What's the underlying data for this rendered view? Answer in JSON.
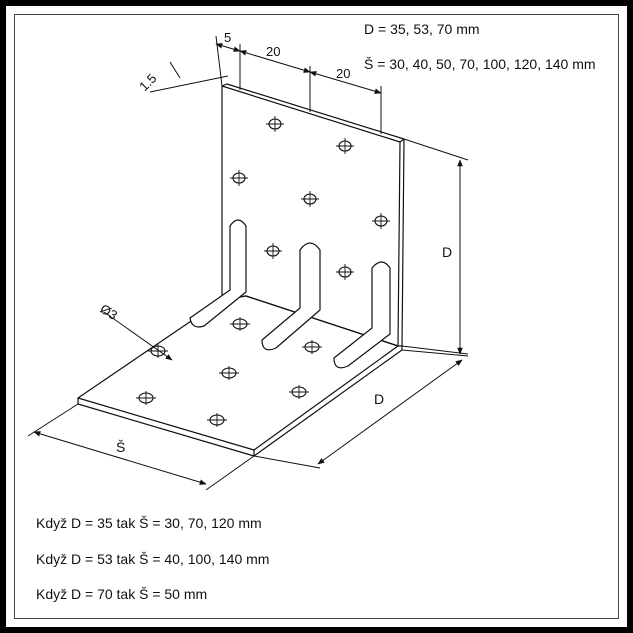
{
  "specs": {
    "d_values": "D = 35, 53, 70 mm",
    "s_values": "Š = 30, 40, 50, 70, 100, 120, 140 mm"
  },
  "dimensions": {
    "thickness": "1.5",
    "edge_offset": "5",
    "hole_spacing_1": "20",
    "hole_spacing_2": "20",
    "hole_diameter": "Ø3",
    "height_label": "D",
    "depth_label": "D",
    "width_label": "Š"
  },
  "notes": [
    "Když D = 35 tak Š = 30, 70, 120 mm",
    "Když D = 53 tak Š = 40, 100, 140 mm",
    "Když D = 70 tak Š = 50 mm"
  ]
}
